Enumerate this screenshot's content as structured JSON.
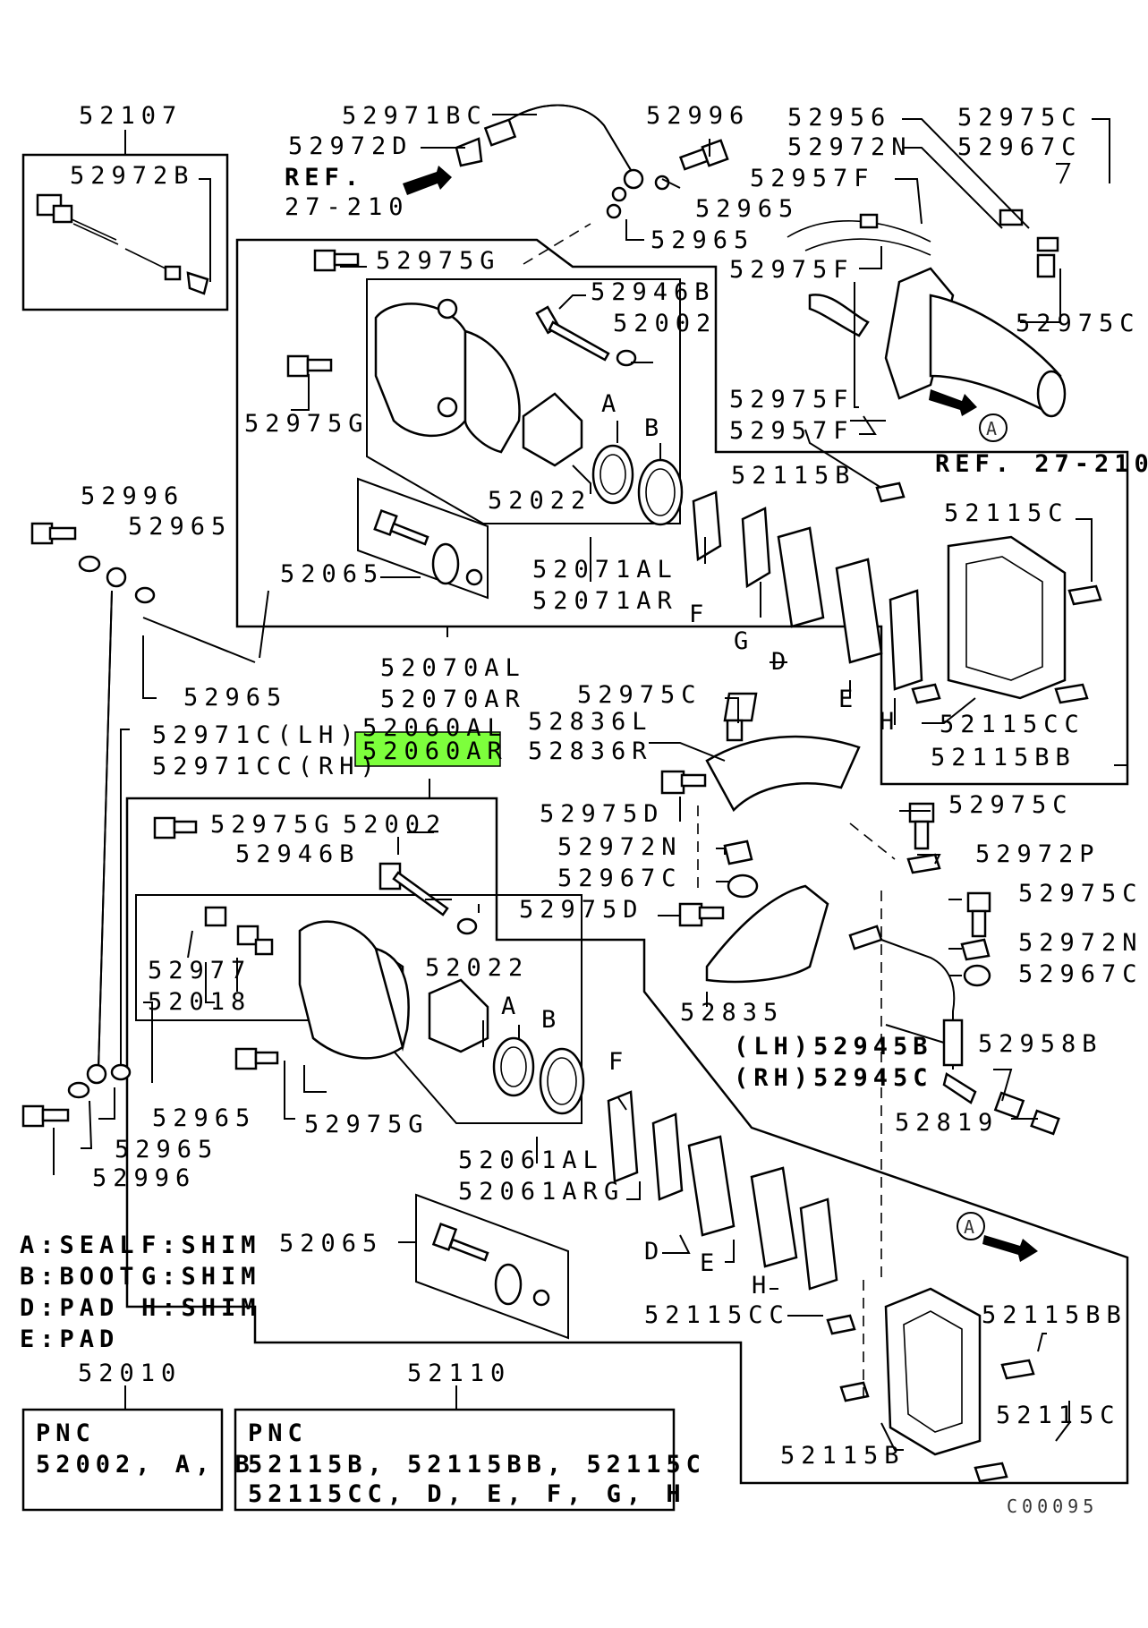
{
  "callouts": [
    {
      "id": "c1",
      "text": "52107"
    },
    {
      "id": "c2",
      "text": "52972B"
    },
    {
      "id": "c3",
      "text": "52971BC"
    },
    {
      "id": "c4",
      "text": "52972D"
    },
    {
      "id": "c5",
      "text": "REF."
    },
    {
      "id": "c6",
      "text": "27-210"
    },
    {
      "id": "c7",
      "text": "52996"
    },
    {
      "id": "c8",
      "text": "52965"
    },
    {
      "id": "c9",
      "text": "52965"
    },
    {
      "id": "c10",
      "text": "52956"
    },
    {
      "id": "c11",
      "text": "52972N"
    },
    {
      "id": "c12",
      "text": "52957F"
    },
    {
      "id": "c13",
      "text": "52975C"
    },
    {
      "id": "c14",
      "text": "52967C"
    },
    {
      "id": "c15",
      "text": "52975F"
    },
    {
      "id": "c16",
      "text": "52975C"
    },
    {
      "id": "c17",
      "text": "52975G"
    },
    {
      "id": "c18",
      "text": "52946B"
    },
    {
      "id": "c19",
      "text": "52002"
    },
    {
      "id": "c20",
      "text": "52975G"
    },
    {
      "id": "c21",
      "text": "A"
    },
    {
      "id": "c22",
      "text": "B"
    },
    {
      "id": "c23",
      "text": "52022"
    },
    {
      "id": "c24",
      "text": "52975F"
    },
    {
      "id": "c25",
      "text": "52957F"
    },
    {
      "id": "c26",
      "text": "REF. 27-210"
    },
    {
      "id": "c27",
      "text": "52996"
    },
    {
      "id": "c28",
      "text": "52965"
    },
    {
      "id": "c29",
      "text": "52065"
    },
    {
      "id": "c30",
      "text": "52071AL"
    },
    {
      "id": "c31",
      "text": "52071AR"
    },
    {
      "id": "c32",
      "text": "52115B"
    },
    {
      "id": "c33",
      "text": "52115C"
    },
    {
      "id": "c34",
      "text": "F"
    },
    {
      "id": "c35",
      "text": "G"
    },
    {
      "id": "c36",
      "text": "D"
    },
    {
      "id": "c37",
      "text": "E"
    },
    {
      "id": "c38",
      "text": "H"
    },
    {
      "id": "c39",
      "text": "52965"
    },
    {
      "id": "c40",
      "text": "52070AL"
    },
    {
      "id": "c41",
      "text": "52070AR"
    },
    {
      "id": "c42",
      "text": "52060AL"
    },
    {
      "id": "c43",
      "text": "52971C(LH)"
    },
    {
      "id": "c44",
      "text": "52971CC(RH)"
    },
    {
      "id": "c45",
      "text": "52975C"
    },
    {
      "id": "c46",
      "text": "52836L"
    },
    {
      "id": "c47",
      "text": "52836R"
    },
    {
      "id": "c48",
      "text": "52115CC"
    },
    {
      "id": "c49",
      "text": "52115BB"
    },
    {
      "id": "c50",
      "text": "52975D"
    },
    {
      "id": "c51",
      "text": "52975C"
    },
    {
      "id": "c52",
      "text": "52972N"
    },
    {
      "id": "c53",
      "text": "52972P"
    },
    {
      "id": "c54",
      "text": "52967C"
    },
    {
      "id": "c55",
      "text": "52975G"
    },
    {
      "id": "c56",
      "text": "52002"
    },
    {
      "id": "c57",
      "text": "52946B"
    },
    {
      "id": "c58",
      "text": "52975D"
    },
    {
      "id": "c59",
      "text": "52975C"
    },
    {
      "id": "c60",
      "text": "52972N"
    },
    {
      "id": "c61",
      "text": "52967C"
    },
    {
      "id": "c62",
      "text": "52977"
    },
    {
      "id": "c63",
      "text": "52018"
    },
    {
      "id": "c64",
      "text": "52022"
    },
    {
      "id": "c65",
      "text": "A"
    },
    {
      "id": "c66",
      "text": "B"
    },
    {
      "id": "c67",
      "text": "52835"
    },
    {
      "id": "c68",
      "text": "(LH)52945B"
    },
    {
      "id": "c69",
      "text": "(RH)52945C"
    },
    {
      "id": "c70",
      "text": "52958B"
    },
    {
      "id": "c71",
      "text": "52965"
    },
    {
      "id": "c72",
      "text": "52965"
    },
    {
      "id": "c73",
      "text": "52996"
    },
    {
      "id": "c74",
      "text": "52975G"
    },
    {
      "id": "c75",
      "text": "F"
    },
    {
      "id": "c76",
      "text": "52819"
    },
    {
      "id": "c77",
      "text": "52061AL"
    },
    {
      "id": "c78",
      "text": "52061AR"
    },
    {
      "id": "c79",
      "text": "G"
    },
    {
      "id": "c80",
      "text": "A"
    },
    {
      "id": "c81",
      "text": "D"
    },
    {
      "id": "c82",
      "text": "E"
    },
    {
      "id": "c83",
      "text": "H"
    },
    {
      "id": "c84",
      "text": "52065"
    },
    {
      "id": "c85",
      "text": "52115CC"
    },
    {
      "id": "c86",
      "text": "52115BB"
    },
    {
      "id": "c87",
      "text": "52115C"
    },
    {
      "id": "c88",
      "text": "52115B"
    },
    {
      "id": "c89",
      "text": "52010"
    },
    {
      "id": "c90",
      "text": "52110"
    },
    {
      "id": "c91",
      "text": "A"
    }
  ],
  "highlight": {
    "text": "52060AR",
    "color": "#7dff3c"
  },
  "legend": [
    {
      "id": "lg1",
      "text": "A:SEAL"
    },
    {
      "id": "lg2",
      "text": "F:SHIM"
    },
    {
      "id": "lg3",
      "text": "B:BOOT"
    },
    {
      "id": "lg4",
      "text": "G:SHIM"
    },
    {
      "id": "lg5",
      "text": "D:PAD"
    },
    {
      "id": "lg6",
      "text": "H:SHIM"
    },
    {
      "id": "lg7",
      "text": "E:PAD"
    }
  ],
  "pnc_left": {
    "title": "PNC",
    "line1": "52002, A, B"
  },
  "pnc_right": {
    "title": "PNC",
    "line1": "52115B, 52115BB, 52115C",
    "line2": "52115CC, D, E, F, G, H"
  },
  "figure_code": "C00095"
}
